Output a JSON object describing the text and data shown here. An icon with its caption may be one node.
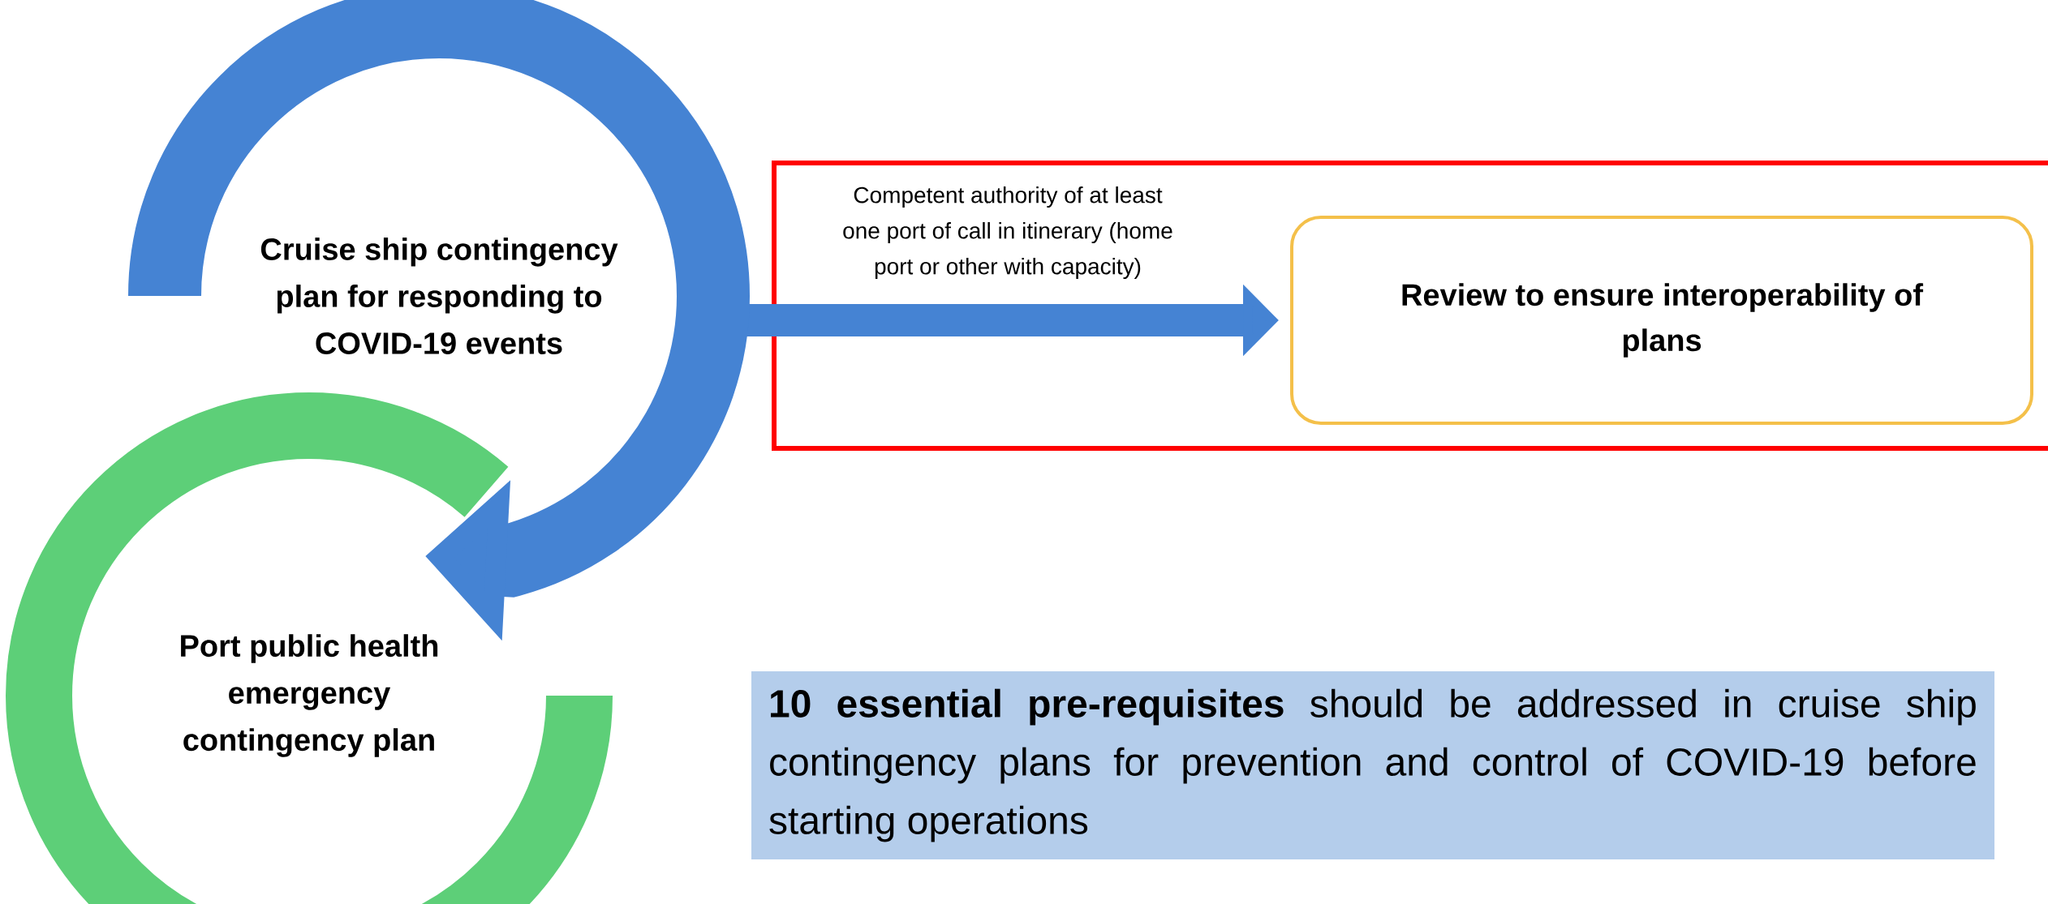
{
  "diagram": {
    "nodes": [
      {
        "text": [
          "Cruise ship contingency plan for responding to COVID-19 events"
        ]
      },
      {
        "text": [
          "Port public health emergency contingency plan"
        ]
      },
      {
        "text": [],
        "shape": "box"
      },
      {
        "text": [
          "Review to ensure interoperability of plans"
        ],
        "in": 2
      },
      {
        "text": [
          "**10 essential pre-requisites** should be addressed in cruise ship contingency plans for prevention and control of COVID-19 before starting operations"
        ]
      }
    ],
    "edges": [
      {
        "from": 0,
        "to": 3,
        "arrow": "to",
        "label": "Competent authority of at least one port of call in itinerary (home port or other with capacity)"
      },
      {
        "from": 0,
        "to": 1,
        "arrow": "to",
        "style": "thick"
      }
    ]
  }
}
